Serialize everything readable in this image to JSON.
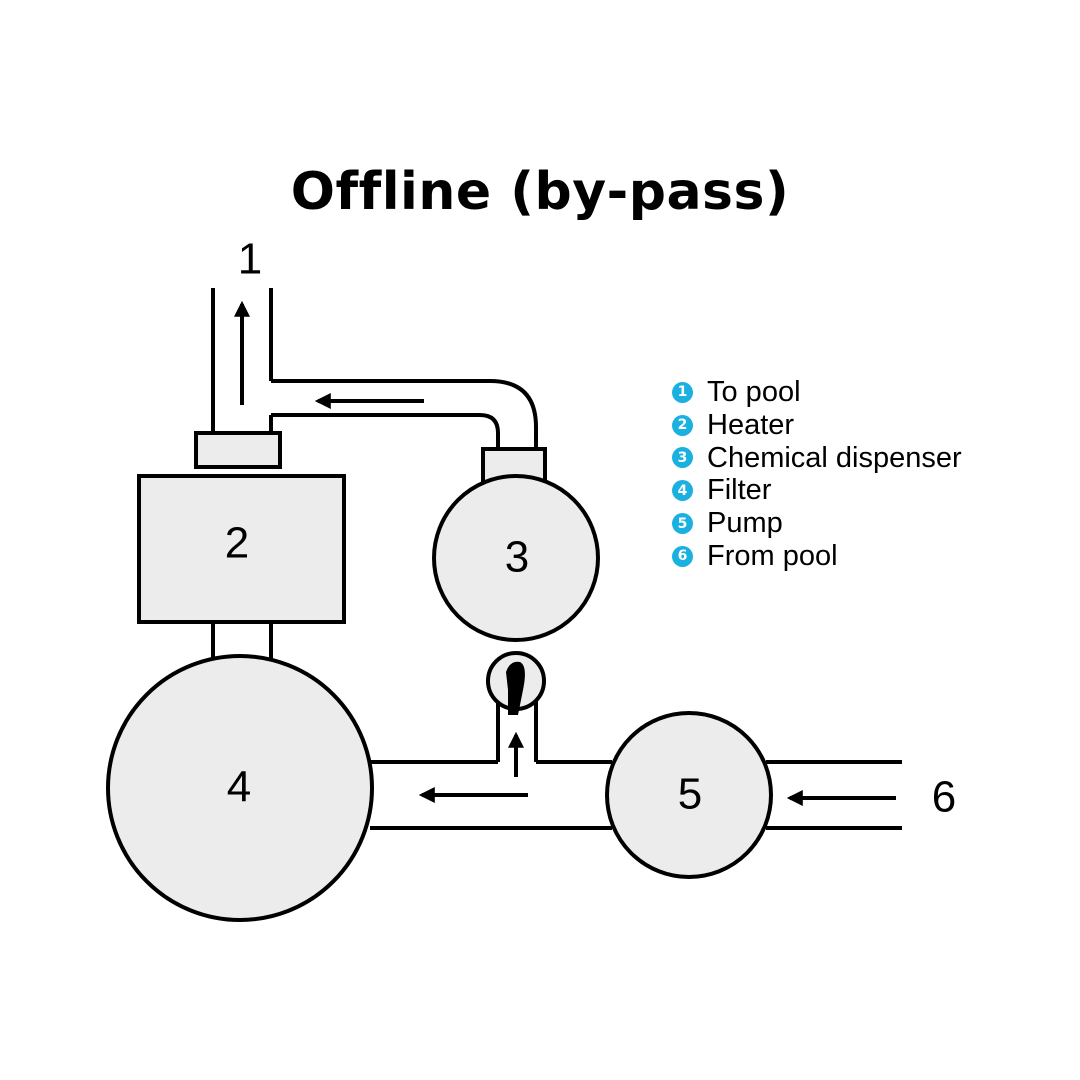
{
  "title": "Offline (by-pass)",
  "accent_color": "#1ab0e0",
  "fill_color": "#ececec",
  "components": [
    {
      "number": "1",
      "label": "To pool"
    },
    {
      "number": "2",
      "label": "Heater"
    },
    {
      "number": "3",
      "label": "Chemical dispenser"
    },
    {
      "number": "4",
      "label": "Filter"
    },
    {
      "number": "5",
      "label": "Pump"
    },
    {
      "number": "6",
      "label": "From pool"
    }
  ]
}
